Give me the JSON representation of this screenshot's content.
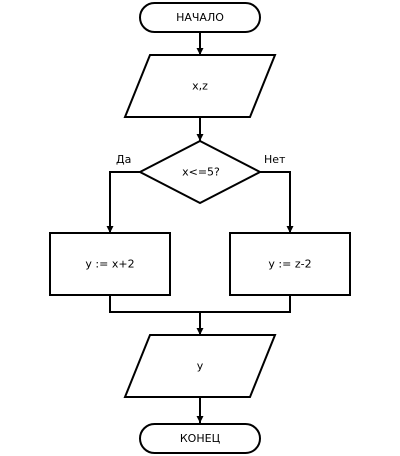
{
  "flowchart": {
    "start": "НАЧАЛО",
    "input": "x,z",
    "condition": "x<=5?",
    "branch_yes": "Да",
    "branch_no": "Нет",
    "process_yes": "y := x+2",
    "process_no": "y := z-2",
    "output": "y",
    "end": "КОНЕЦ"
  }
}
